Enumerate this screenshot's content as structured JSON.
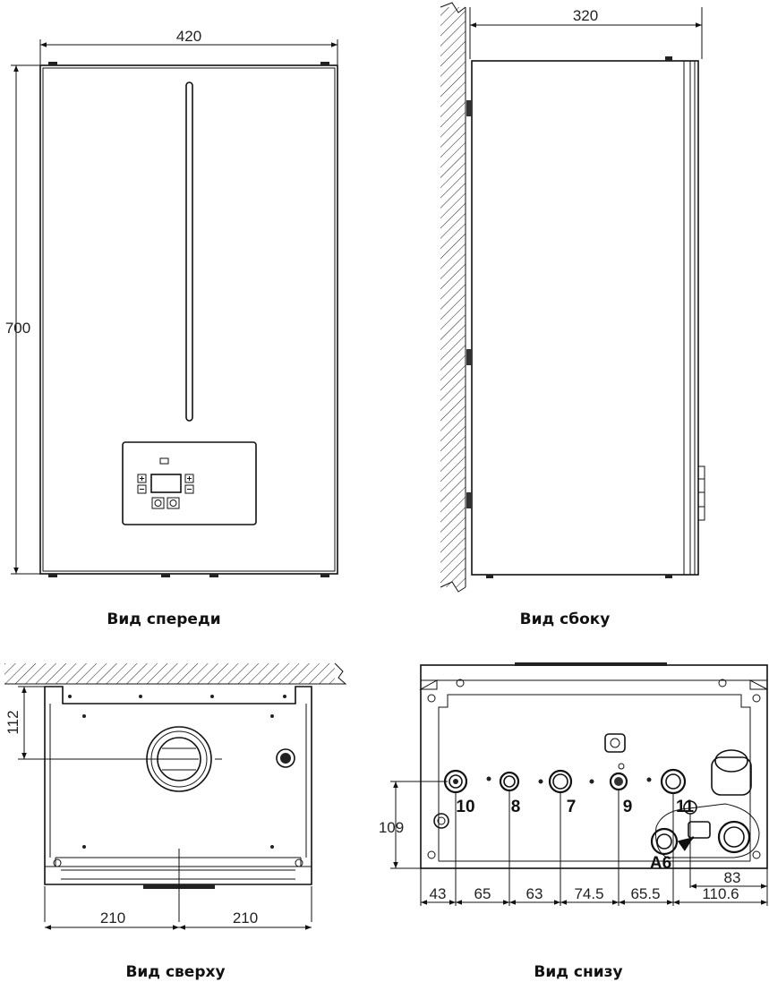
{
  "views": {
    "front": {
      "caption": "Вид спереди",
      "dim_width": "420",
      "dim_height": "700"
    },
    "side": {
      "caption": "Вид сбоку",
      "dim_depth": "320"
    },
    "top": {
      "caption": "Вид сверху",
      "dim_offset": "112",
      "dim_left": "210",
      "dim_right": "210"
    },
    "bottom": {
      "caption": "Вид снизу",
      "dim_height": "109",
      "dim_83": "83",
      "labels": [
        "10",
        "8",
        "7",
        "9",
        "11",
        "A6"
      ],
      "spacings": [
        "43",
        "65",
        "63",
        "74.5",
        "65.5",
        "110.6"
      ]
    }
  }
}
